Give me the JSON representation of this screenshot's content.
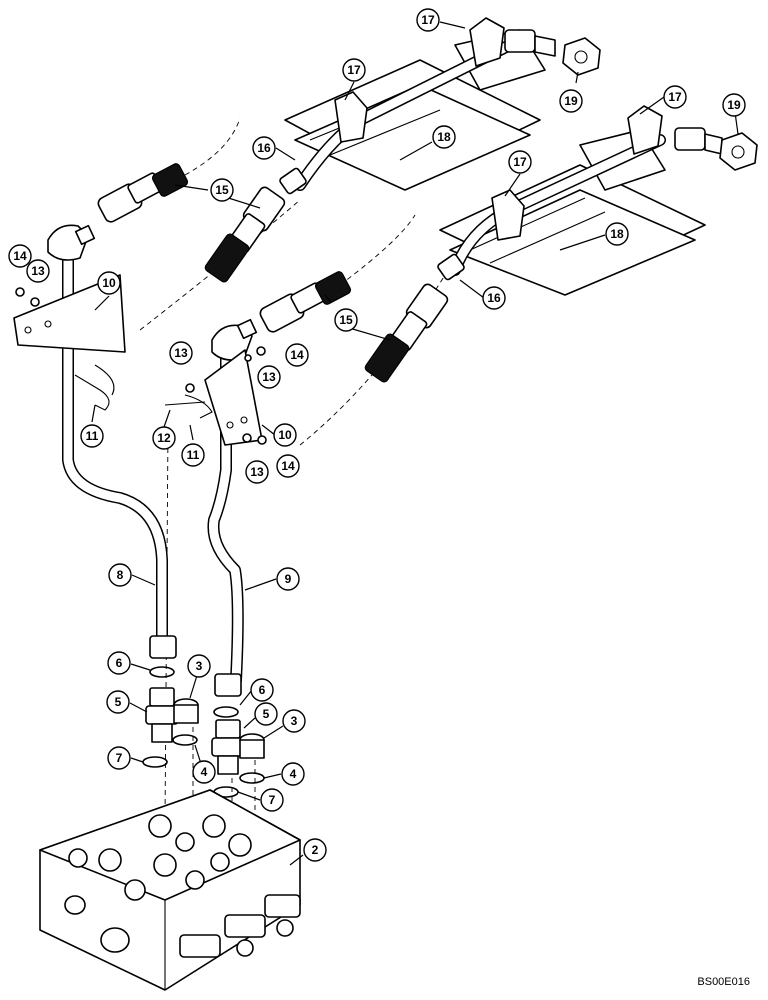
{
  "figure_code": "BS00E016",
  "callouts": [
    {
      "id": "c17a",
      "label": "17"
    },
    {
      "id": "c17b",
      "label": "17"
    },
    {
      "id": "c17c",
      "label": "17"
    },
    {
      "id": "c17d",
      "label": "17"
    },
    {
      "id": "c19a",
      "label": "19"
    },
    {
      "id": "c19b",
      "label": "19"
    },
    {
      "id": "c18a",
      "label": "18"
    },
    {
      "id": "c18b",
      "label": "18"
    },
    {
      "id": "c16a",
      "label": "16"
    },
    {
      "id": "c16b",
      "label": "16"
    },
    {
      "id": "c15a",
      "label": "15"
    },
    {
      "id": "c15b",
      "label": "15"
    },
    {
      "id": "c14a",
      "label": "14"
    },
    {
      "id": "c14b",
      "label": "14"
    },
    {
      "id": "c14c",
      "label": "14"
    },
    {
      "id": "c13a",
      "label": "13"
    },
    {
      "id": "c13b",
      "label": "13"
    },
    {
      "id": "c13c",
      "label": "13"
    },
    {
      "id": "c13d",
      "label": "13"
    },
    {
      "id": "c10a",
      "label": "10"
    },
    {
      "id": "c10b",
      "label": "10"
    },
    {
      "id": "c11a",
      "label": "11"
    },
    {
      "id": "c11b",
      "label": "11"
    },
    {
      "id": "c12",
      "label": "12"
    },
    {
      "id": "c8",
      "label": "8"
    },
    {
      "id": "c9",
      "label": "9"
    },
    {
      "id": "c6a",
      "label": "6"
    },
    {
      "id": "c6b",
      "label": "6"
    },
    {
      "id": "c3a",
      "label": "3"
    },
    {
      "id": "c3b",
      "label": "3"
    },
    {
      "id": "c5a",
      "label": "5"
    },
    {
      "id": "c5b",
      "label": "5"
    },
    {
      "id": "c7a",
      "label": "7"
    },
    {
      "id": "c7b",
      "label": "7"
    },
    {
      "id": "c4a",
      "label": "4"
    },
    {
      "id": "c4b",
      "label": "4"
    },
    {
      "id": "c2",
      "label": "2"
    }
  ]
}
